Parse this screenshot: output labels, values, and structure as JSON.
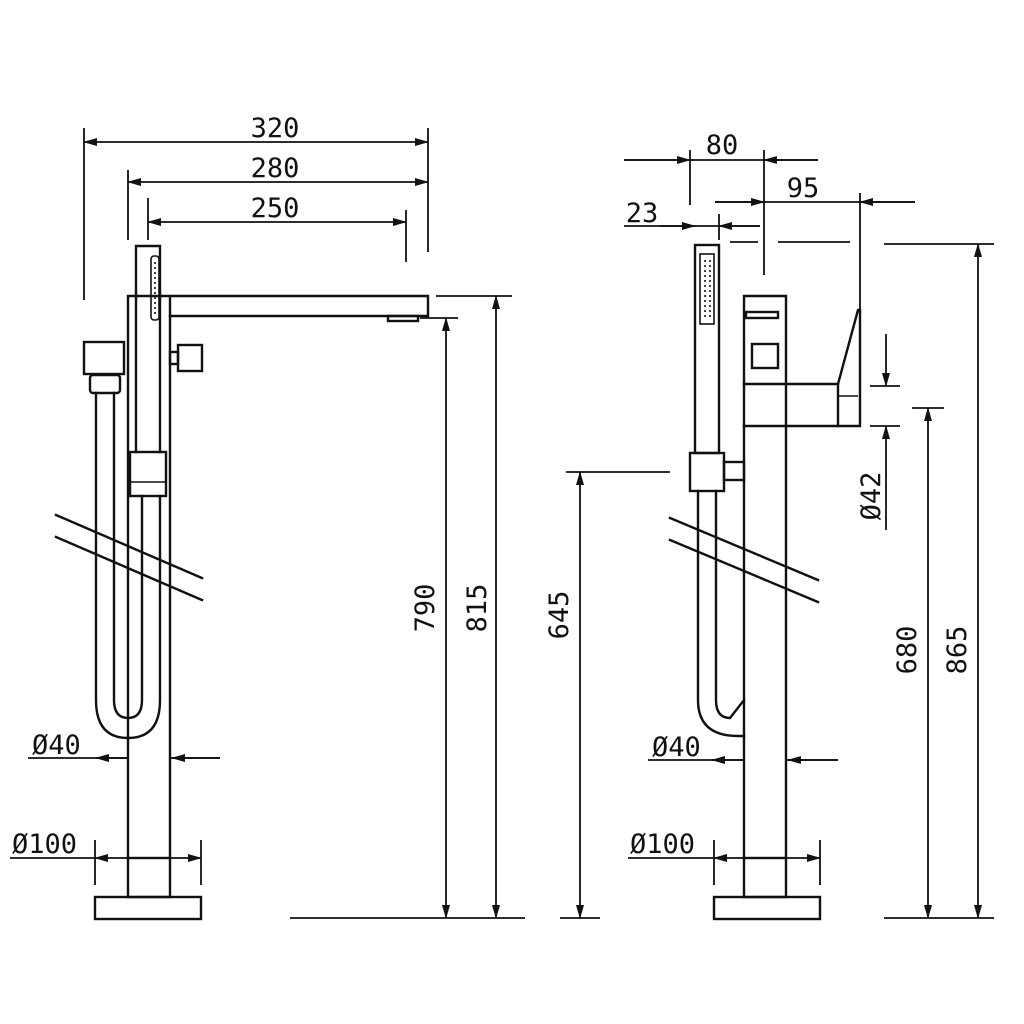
{
  "dimensions": {
    "front_width_outer": "320",
    "front_width_mid": "280",
    "front_width_inner": "250",
    "front_height_spout": "790",
    "front_height_total": "815",
    "front_tube_dia": "Ø40",
    "front_base_dia": "Ø100",
    "side_depth_top": "80",
    "side_depth_handle": "95",
    "side_offset": "23",
    "side_height_holder": "645",
    "side_height_spout": "680",
    "side_height_total": "865",
    "side_spout_dia": "Ø42",
    "side_tube_dia": "Ø40",
    "side_base_dia": "Ø100"
  },
  "colors": {
    "line": "#111111",
    "background": "#ffffff"
  }
}
